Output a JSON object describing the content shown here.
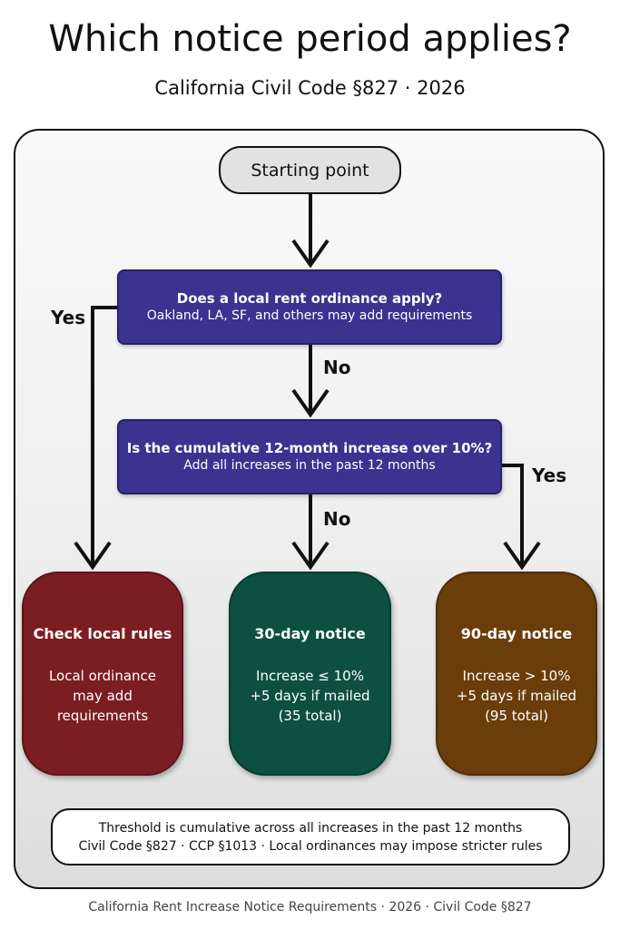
{
  "title": "Which notice period applies?",
  "subtitle": "California Civil Code §827 · 2026",
  "start": {
    "label": "Starting point"
  },
  "decision1": {
    "question": "Does a local rent ordinance apply?",
    "detail": "Oakland, LA, SF, and others may add requirements",
    "yes_label": "Yes",
    "no_label": "No"
  },
  "decision2": {
    "question": "Is the cumulative 12-month increase over 10%?",
    "detail": "Add all increases in the past 12 months",
    "yes_label": "Yes",
    "no_label": "No"
  },
  "outcomes": [
    {
      "title": "Check local rules",
      "lines": [
        "Local ordinance",
        "may add",
        "requirements"
      ],
      "color": "#7b1e22"
    },
    {
      "title": "30-day notice",
      "lines": [
        "Increase ≤ 10%",
        "+5 days if mailed",
        "(35 total)"
      ],
      "color": "#0d5040"
    },
    {
      "title": "90-day notice",
      "lines": [
        "Increase > 10%",
        "+5 days if mailed",
        "(95 total)"
      ],
      "color": "#6b3d0b"
    }
  ],
  "note": {
    "line1": "Threshold is cumulative across all increases in the past 12 months",
    "line2": "Civil Code §827 · CCP §1013 · Local ordinances may impose stricter rules"
  },
  "footer": "California Rent Increase Notice Requirements · 2026 · Civil Code §827",
  "colors": {
    "decision": "#3c328f",
    "start": "#e2e2e2",
    "arrow": "#111111"
  }
}
